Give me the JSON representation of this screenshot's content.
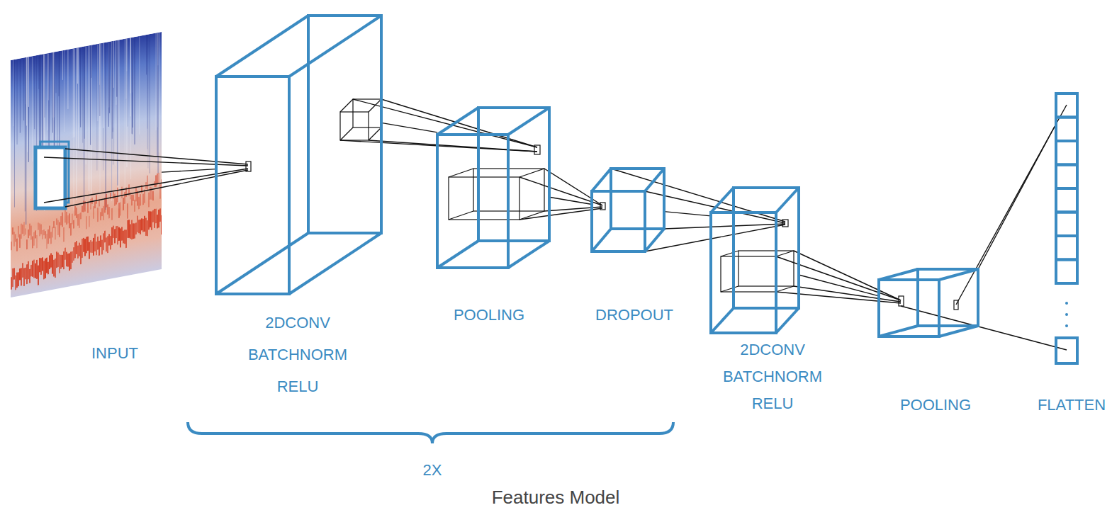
{
  "diagram": {
    "caption": "Features Model",
    "nodes": [
      {
        "text": [
          "INPUT"
        ]
      },
      {
        "text": [
          "2DCONV BATCHNORM RELU"
        ]
      },
      {
        "text": [
          "POOLING"
        ]
      },
      {
        "text": [
          "DROPOUT"
        ]
      },
      {
        "text": [
          "2DCONV BATCHNORM RELU"
        ]
      },
      {
        "text": [
          "POOLING"
        ]
      },
      {
        "text": [
          "FLATTEN"
        ]
      }
    ],
    "edges": [
      {
        "from": 0,
        "to": 1,
        "arrow": "none"
      },
      {
        "from": 1,
        "to": 2,
        "arrow": "none"
      },
      {
        "from": 2,
        "to": 3,
        "arrow": "none"
      },
      {
        "from": 3,
        "to": 4,
        "arrow": "none"
      },
      {
        "from": 4,
        "to": 5,
        "arrow": "none"
      },
      {
        "from": 5,
        "to": 6,
        "arrow": "none"
      }
    ],
    "labels": [
      "2X"
    ]
  }
}
